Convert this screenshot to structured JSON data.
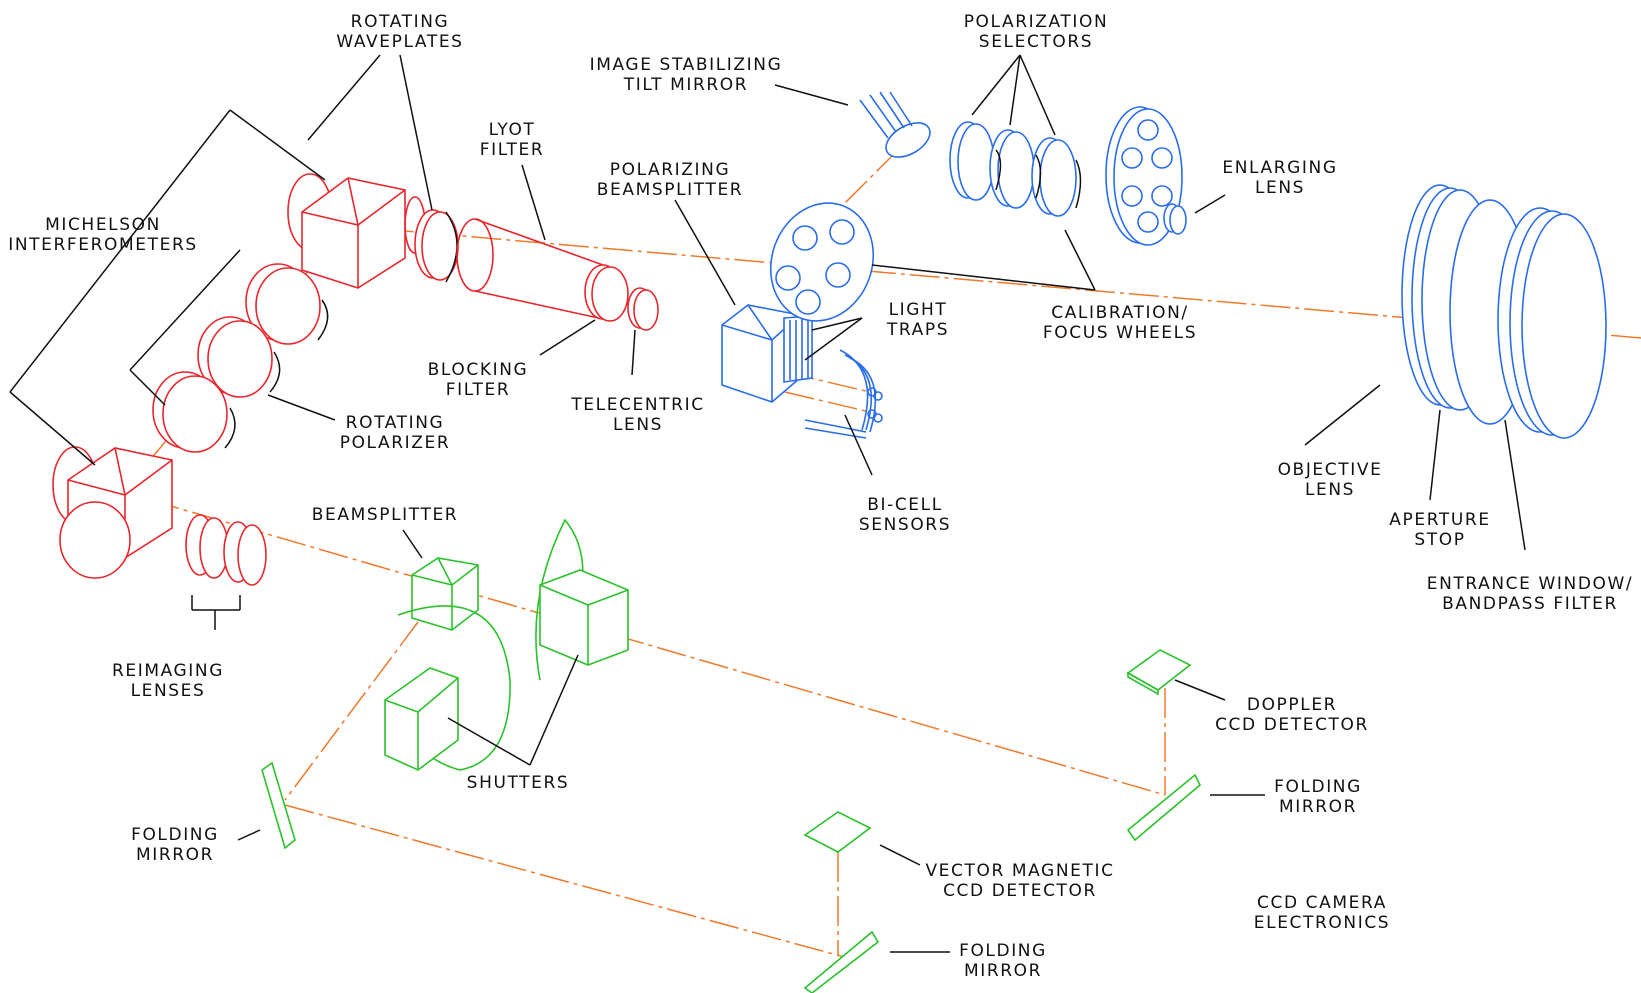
{
  "labels": {
    "rotating_waveplates": [
      "ROTATING",
      "WAVEPLATES"
    ],
    "michelson_interferometers": [
      "MICHELSON",
      "INTERFEROMETERS"
    ],
    "lyot_filter": [
      "LYOT",
      "FILTER"
    ],
    "polarizing_beamsplitter": [
      "POLARIZING",
      "BEAMSPLITTER"
    ],
    "image_stabilizing_tilt_mirror": [
      "IMAGE STABILIZING",
      "TILT MIRROR"
    ],
    "polarization_selectors": [
      "POLARIZATION",
      "SELECTORS"
    ],
    "enlarging_lens": [
      "ENLARGING",
      "LENS"
    ],
    "light_traps": [
      "LIGHT",
      "TRAPS"
    ],
    "calibration_focus_wheels": [
      "CALIBRATION/",
      "FOCUS WHEELS"
    ],
    "blocking_filter": [
      "BLOCKING",
      "FILTER"
    ],
    "telecentric_lens": [
      "TELECENTRIC",
      "LENS"
    ],
    "rotating_polarizer": [
      "ROTATING",
      "POLARIZER"
    ],
    "bi_cell_sensors": [
      "BI-CELL",
      "SENSORS"
    ],
    "objective_lens": [
      "OBJECTIVE",
      "LENS"
    ],
    "aperture_stop": [
      "APERTURE",
      "STOP"
    ],
    "entrance_window": [
      "ENTRANCE WINDOW/",
      "BANDPASS FILTER"
    ],
    "beamsplitter": [
      "BEAMSPLITTER"
    ],
    "reimaging_lenses": [
      "REIMAGING",
      "LENSES"
    ],
    "shutters": [
      "SHUTTERS"
    ],
    "doppler_ccd_detector": [
      "DOPPLER",
      "CCD DETECTOR"
    ],
    "folding_mirror_left": [
      "FOLDING",
      "MIRROR"
    ],
    "folding_mirror_right": [
      "FOLDING",
      "MIRROR"
    ],
    "folding_mirror_bottom": [
      "FOLDING",
      "MIRROR"
    ],
    "vector_magnetic_ccd_detector": [
      "VECTOR MAGNETIC",
      "CCD DETECTOR"
    ],
    "ccd_camera_electronics": [
      "CCD CAMERA",
      "ELECTRONICS"
    ]
  },
  "colors": {
    "text": "#111111",
    "interferometer_red": "#e8262b",
    "optics_blue": "#2a6de8",
    "camera_green": "#2bc12b",
    "beam_orange": "#f07a2c"
  }
}
